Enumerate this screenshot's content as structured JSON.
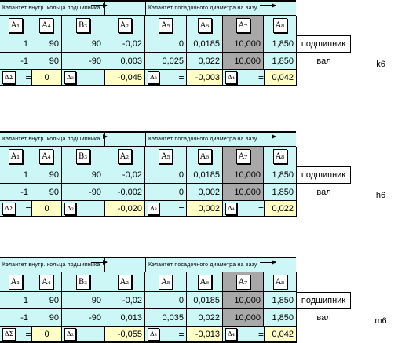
{
  "headers": {
    "left": "Кэлaнтeт внутр. кольца подшипника",
    "right": "Кэлaнтeт посадочного диaметра на вазу"
  },
  "icons": {
    "a1": "A₁",
    "a4": "A₄",
    "b3": "B₃",
    "a2": "A₂",
    "a5": "A₅",
    "a6": "A₆",
    "a7": "A₇",
    "a8": "A₈",
    "sum_left": "ΔΣ",
    "sum_mid": "Δ₂",
    "sum_r1": "Δ₃",
    "sum_r2": "Δ₄"
  },
  "labels": {
    "bearing": "подшипник",
    "shaft": "вал"
  },
  "blocks": [
    {
      "fit": "k6",
      "row1": [
        "1",
        "90",
        "90",
        "-0,02",
        "0",
        "0,0185",
        "10,000",
        "1,850"
      ],
      "row2": [
        "-1",
        "90",
        "-90",
        "0,003",
        "0,025",
        "0,022",
        "10,000",
        "1,850"
      ],
      "totals": [
        "0",
        "-0,045",
        "-0,003",
        "0,042"
      ]
    },
    {
      "fit": "h6",
      "row1": [
        "1",
        "90",
        "90",
        "-0,02",
        "0",
        "0,0185",
        "10,000",
        "1,850"
      ],
      "row2": [
        "-1",
        "90",
        "-90",
        "-0,002",
        "0",
        "0,002",
        "10,000",
        "1,850"
      ],
      "totals": [
        "0",
        "-0,020",
        "0,002",
        "0,022"
      ]
    },
    {
      "fit": "m6",
      "row1": [
        "1",
        "90",
        "90",
        "-0,02",
        "0",
        "0,0185",
        "10,000",
        "1,850"
      ],
      "row2": [
        "-1",
        "90",
        "-90",
        "0,013",
        "0,035",
        "0,022",
        "10,000",
        "1,850"
      ],
      "totals": [
        "0",
        "-0,055",
        "-0,013",
        "0,042"
      ]
    }
  ],
  "eq": "="
}
